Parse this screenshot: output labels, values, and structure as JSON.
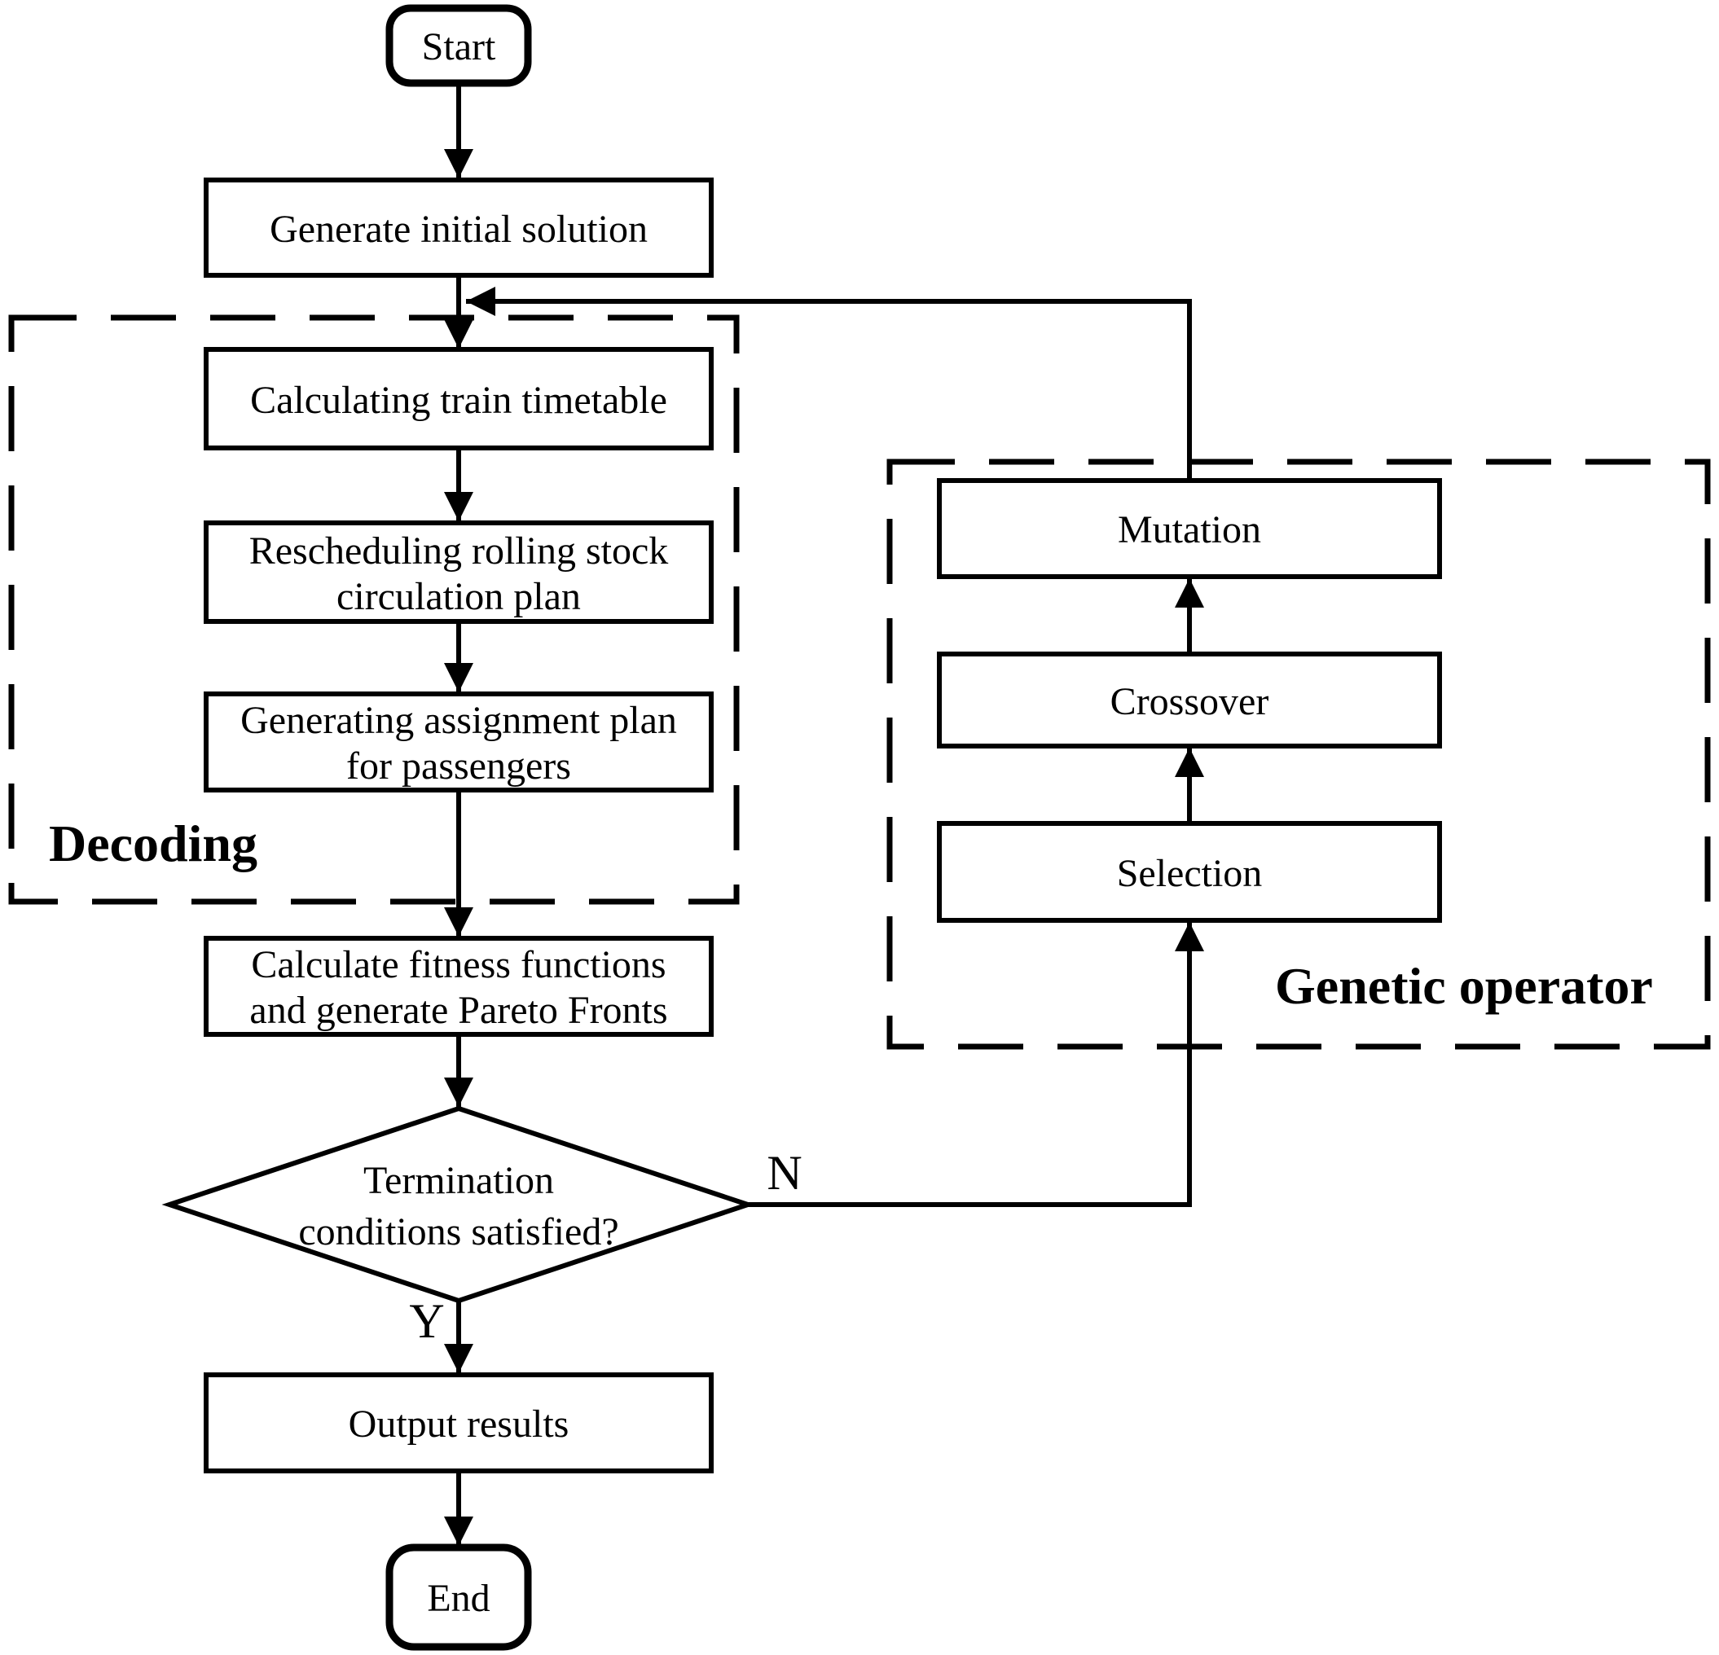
{
  "colors": {
    "ink": "#000000",
    "paper": "#ffffff"
  },
  "nodes": {
    "start": "Start",
    "generate_initial": "Generate initial solution",
    "calc_timetable": "Calculating train timetable",
    "reschedule": [
      "Rescheduling rolling stock",
      "circulation plan"
    ],
    "assignment": [
      "Generating assignment plan",
      "for passengers"
    ],
    "fitness": [
      "Calculate fitness functions",
      "and generate Pareto Fronts"
    ],
    "decision": [
      "Termination",
      "conditions satisfied?"
    ],
    "output": "Output results",
    "end": "End",
    "mutation": "Mutation",
    "crossover": "Crossover",
    "selection": "Selection"
  },
  "groups": {
    "decoding": "Decoding",
    "genetic": "Genetic operator"
  },
  "edge_labels": {
    "no": "N",
    "yes": "Y"
  }
}
